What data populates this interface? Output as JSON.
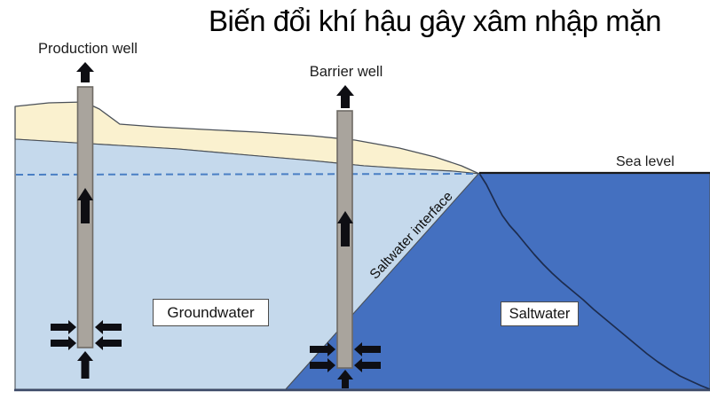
{
  "title": "Biến đổi khí hậu gây xâm nhập mặn",
  "labels": {
    "production_well": "Production well",
    "barrier_well": "Barrier well",
    "sea_level": "Sea level",
    "groundwater": "Groundwater",
    "saltwater": "Saltwater",
    "saltwater_interface": "Saltwater interface"
  },
  "colors": {
    "background": "#FFFFFF",
    "land": "#FAF1CF",
    "groundwater": "#C5D9EC",
    "saltwater": "#4470C0",
    "well": "#A9A49D",
    "well_border": "#6E6A64",
    "arrow": "#0E0E13",
    "sea_level_line": "#1A1A1A",
    "water_table_dashed": "#4A7FC4",
    "seafloor_line": "#1D2C4E",
    "bottom_line": "#3D4A68",
    "outline": "#4A5058",
    "label_box_border": "#4B4B4B"
  }
}
